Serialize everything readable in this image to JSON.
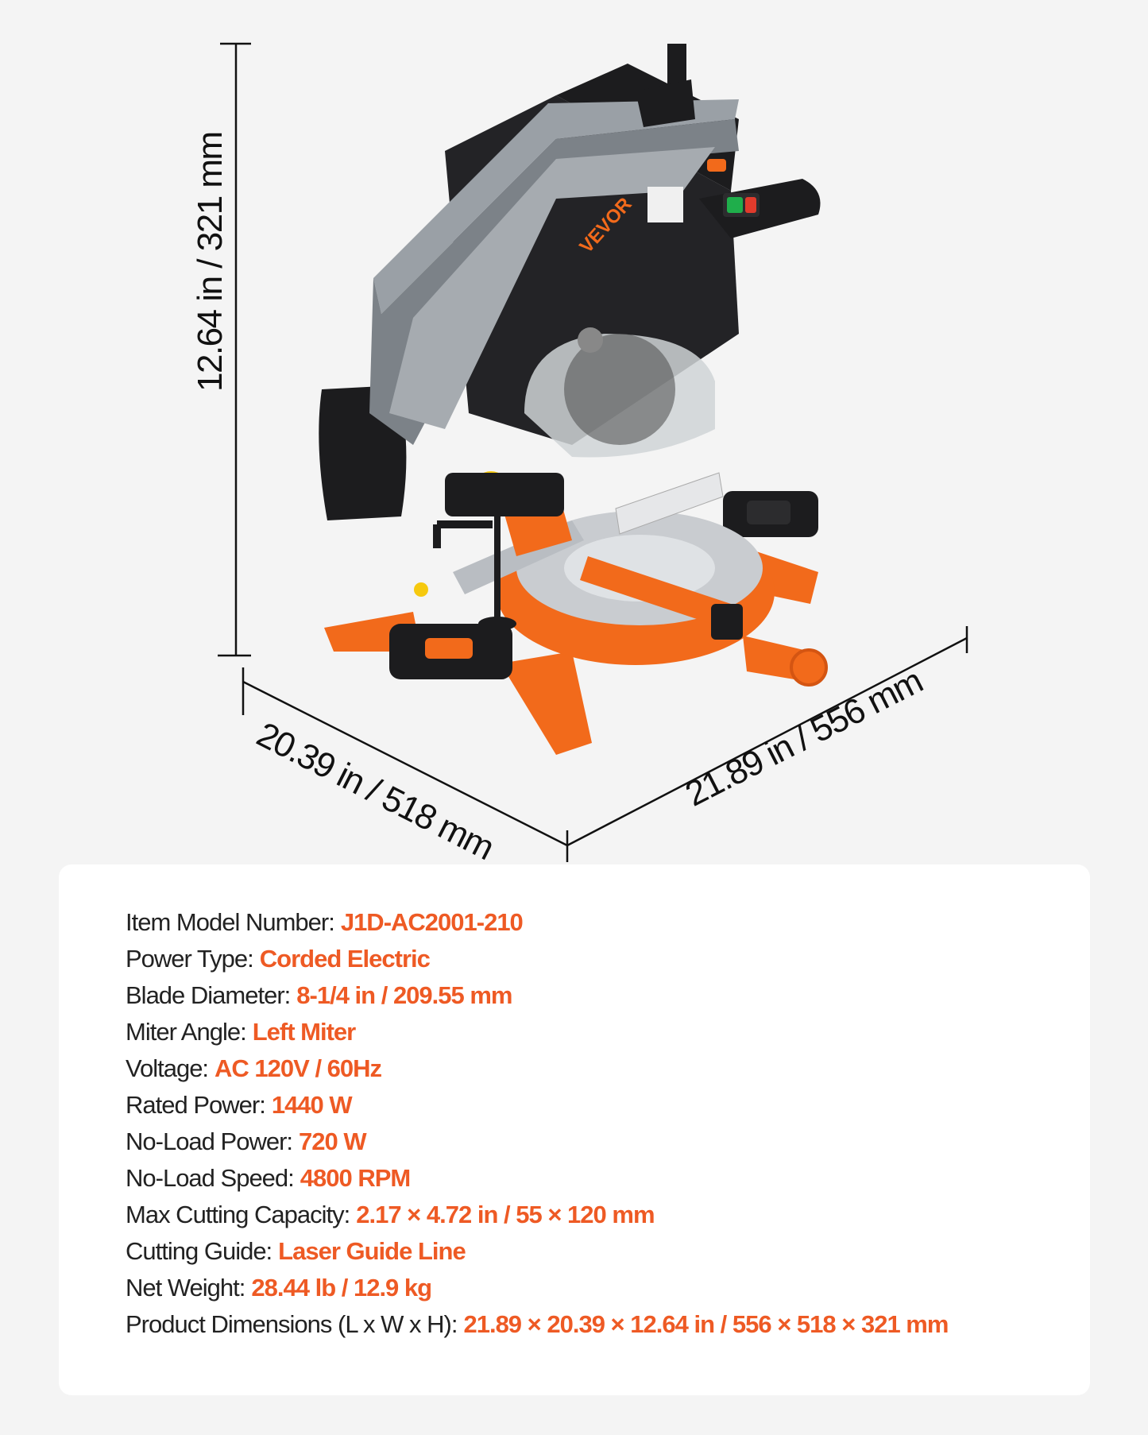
{
  "dimensions": {
    "height": "12.64 in / 321 mm",
    "width": "20.39 in / 518 mm",
    "length": "21.89 in / 556 mm"
  },
  "product": {
    "brand": "VEVOR",
    "colors": {
      "accent": "#ee5a24",
      "orange": "#f26a1b",
      "black": "#1c1c1e",
      "steel": "#9aa0a6",
      "yellow": "#f6c90e",
      "green": "#1fae4b"
    }
  },
  "specs": [
    {
      "label": "Item Model Number:",
      "value": "J1D-AC2001-210"
    },
    {
      "label": "Power Type:",
      "value": "Corded Electric"
    },
    {
      "label": "Blade Diameter:",
      "value": "8-1/4 in / 209.55 mm"
    },
    {
      "label": "Miter Angle:",
      "value": "Left Miter"
    },
    {
      "label": "Voltage:",
      "value": "AC 120V / 60Hz"
    },
    {
      "label": "Rated Power:",
      "value": "1440 W"
    },
    {
      "label": "No-Load Power:",
      "value": "720 W"
    },
    {
      "label": "No-Load Speed:",
      "value": "4800 RPM"
    },
    {
      "label": "Max Cutting Capacity:",
      "value": "2.17 × 4.72 in / 55 × 120 mm"
    },
    {
      "label": "Cutting Guide:",
      "value": "Laser Guide Line"
    },
    {
      "label": "Net Weight:",
      "value": "28.44 lb / 12.9 kg"
    },
    {
      "label": "Product Dimensions (L x W x H):",
      "value": "21.89 × 20.39 × 12.64 in / 556 × 518 × 321 mm"
    }
  ]
}
